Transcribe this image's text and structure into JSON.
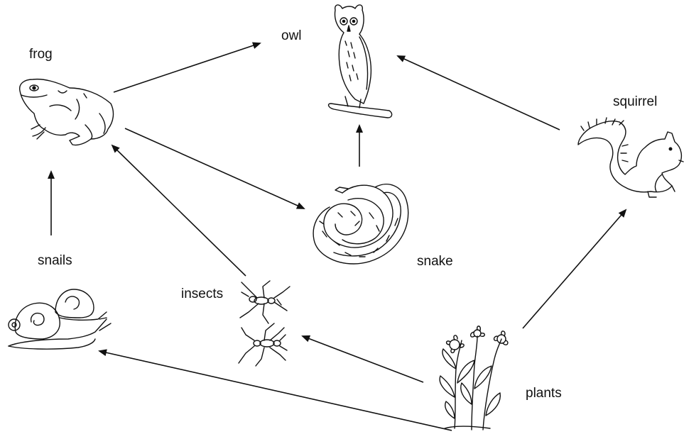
{
  "diagram": {
    "nodes": {
      "owl": {
        "label": "owl"
      },
      "frog": {
        "label": "frog"
      },
      "squirrel": {
        "label": "squirrel"
      },
      "snake": {
        "label": "snake"
      },
      "snails": {
        "label": "snails"
      },
      "insects": {
        "label": "insects"
      },
      "plants": {
        "label": "plants"
      }
    },
    "edges": [
      {
        "from": "frog",
        "to": "owl"
      },
      {
        "from": "squirrel",
        "to": "owl"
      },
      {
        "from": "snake",
        "to": "owl"
      },
      {
        "from": "frog",
        "to": "snake"
      },
      {
        "from": "insects",
        "to": "frog"
      },
      {
        "from": "snails",
        "to": "frog"
      },
      {
        "from": "plants",
        "to": "squirrel"
      },
      {
        "from": "plants",
        "to": "insects"
      },
      {
        "from": "plants",
        "to": "snails"
      }
    ],
    "colors": {
      "ink": "#111111",
      "background": "#ffffff"
    }
  }
}
